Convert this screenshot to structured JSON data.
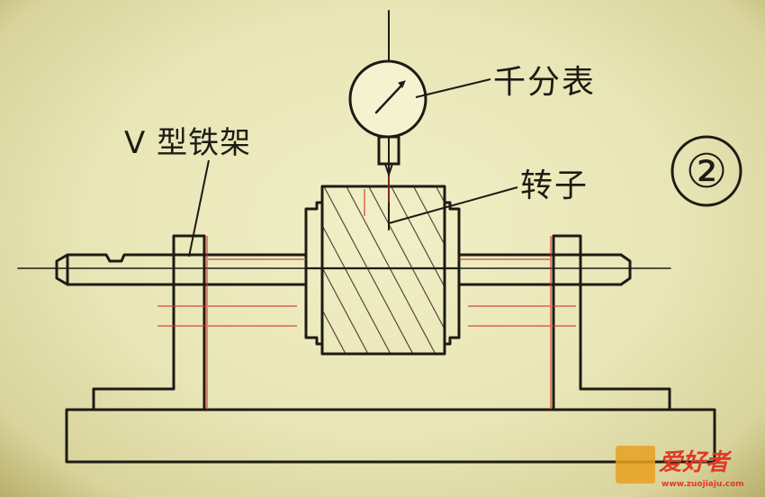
{
  "labels": {
    "dial_indicator": "千分表",
    "v_block": "V 型铁架",
    "rotor": "转子",
    "step_number": "②"
  },
  "watermark": {
    "brand": "爱好者",
    "url": "www.zuojiaju.com"
  },
  "colors": {
    "line": "#1c1c14",
    "background": "#ece9bd",
    "accent_red": "#d8302a",
    "watermark_orange": "#e8a020"
  }
}
